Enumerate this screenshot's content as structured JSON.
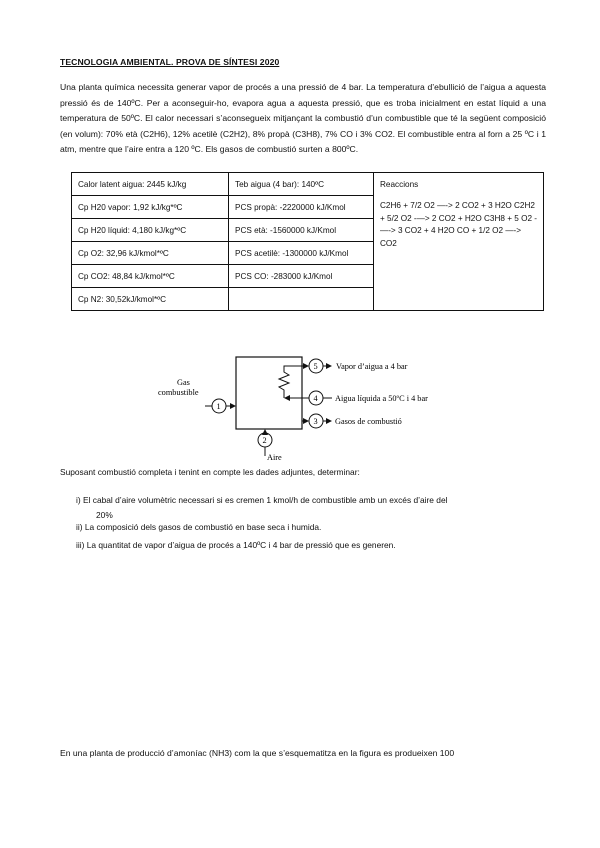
{
  "document": {
    "title": "TECNOLOGIA AMBIENTAL. PROVA DE SÍNTESI 2020",
    "intro": "Una planta química necessita generar vapor de procés a una pressió de 4 bar. La temperatura d’ebullició de l’aigua a aquesta pressió és de 140ºC. Per a aconseguir-ho, evapora agua a aquesta pressió, que es troba inicialment en estat líquid a una temperatura de 50ºC. El calor necessari s’aconsegueix mitjançant la combustió d’un combustible que té la següent composició (en volum): 70% età (C2H6), 12% acetilè (C2H2), 8% propà (C3H8), 7% CO i 3% CO2. El combustible entra al forn a 25 ºC i 1 atm, mentre que l’aire entra a 120 ºC. Els gasos de combustió surten a 800ºC."
  },
  "table": {
    "col1": [
      "Calor latent aigua: 2445 kJ/kg",
      "Cp H20 vapor: 1,92 kJ/kg*ºC",
      "Cp H20 líquid: 4,180 kJ/kg*ºC",
      "Cp O2: 32,96 kJ/kmol*ºC",
      "Cp CO2: 48,84 kJ/kmol*ºC",
      "Cp N2: 30,52kJ/kmol*ºC"
    ],
    "col2": [
      "Teb aigua (4 bar): 140ºC",
      "PCS propà: -2220000 kJ/Kmol",
      "PCS età: -1560000 kJ/Kmol",
      "PCS acetilè: -1300000 kJ/Kmol",
      "PCS CO: -283000 kJ/Kmol",
      ""
    ],
    "reactions_header": "Reaccions",
    "reactions_text": "C2H6 + 7/2 O2 —-> 2 CO2 + 3 H2O C2H2 + 5/2 O2 -—> 2 CO2 + H2O C3H8 + 5 O2 -—-> 3 CO2 + 4 H2O CO + 1/2 O2 —-> CO2"
  },
  "diagram": {
    "gas_label_line1": "Gas",
    "gas_label_line2": "combustible",
    "stream1": "1",
    "stream2": "2",
    "stream3": "3",
    "stream4": "4",
    "stream5": "5",
    "air_label": "Aire",
    "stream3_label": "Gasos de combustió",
    "stream4_label": "Aigua líquida a 50ºC i 4 bar",
    "stream5_label": "Vapor d’aigua a 4 bar"
  },
  "questions": {
    "intro": "Suposant combustió completa i tenint en compte les dades adjuntes, determinar:",
    "q1_line1": "i) El cabal d’aire volumètric necessari si es cremen 1 kmol/h de combustible amb un excés d’aire del",
    "q1_line2": "20%",
    "q2": "ii) La composició dels gasos de combustió en base seca i humida.",
    "q3": "iii) La quantitat de vapor d’aigua de procés a 140ºC i 4 bar de pressió que es generen."
  },
  "footer": {
    "next_problem": "En una planta de producció d’amoníac (NH3) com la que s’esquematitza en la figura es produeixen 100"
  }
}
